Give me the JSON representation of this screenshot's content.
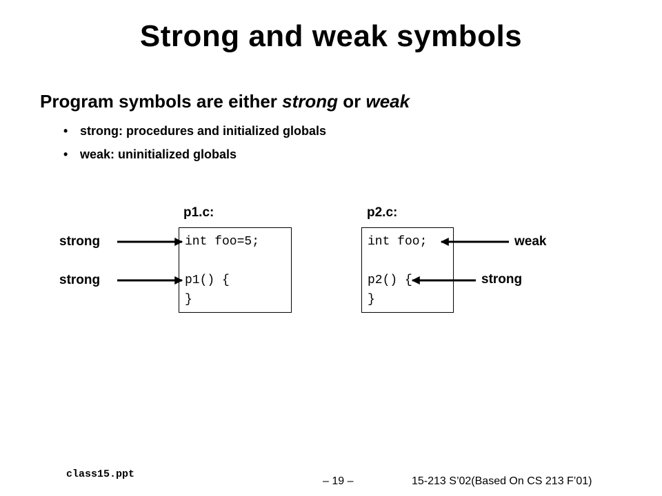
{
  "slide": {
    "title": "Strong and weak symbols",
    "heading": {
      "prefix": "Program symbols are either ",
      "strong_word": "strong",
      "middle": " or ",
      "weak_word": "weak"
    },
    "bullets": [
      "strong: procedures and initialized globals",
      "weak: uninitialized globals"
    ],
    "bullet_glyph": "•"
  },
  "diagram": {
    "p1": {
      "label": "p1.c:",
      "lines": [
        "int foo=5;",
        "",
        "p1() {",
        "}"
      ],
      "annotations": [
        "strong",
        "strong"
      ]
    },
    "p2": {
      "label": "p2.c:",
      "lines": [
        "int foo;",
        "",
        "p2() {",
        "}"
      ],
      "annotations": [
        "weak",
        "strong"
      ]
    }
  },
  "footer": {
    "file": "class15.ppt",
    "page": "– 19 –",
    "course": "15-213 S’02(Based On CS 213 F’01)"
  }
}
